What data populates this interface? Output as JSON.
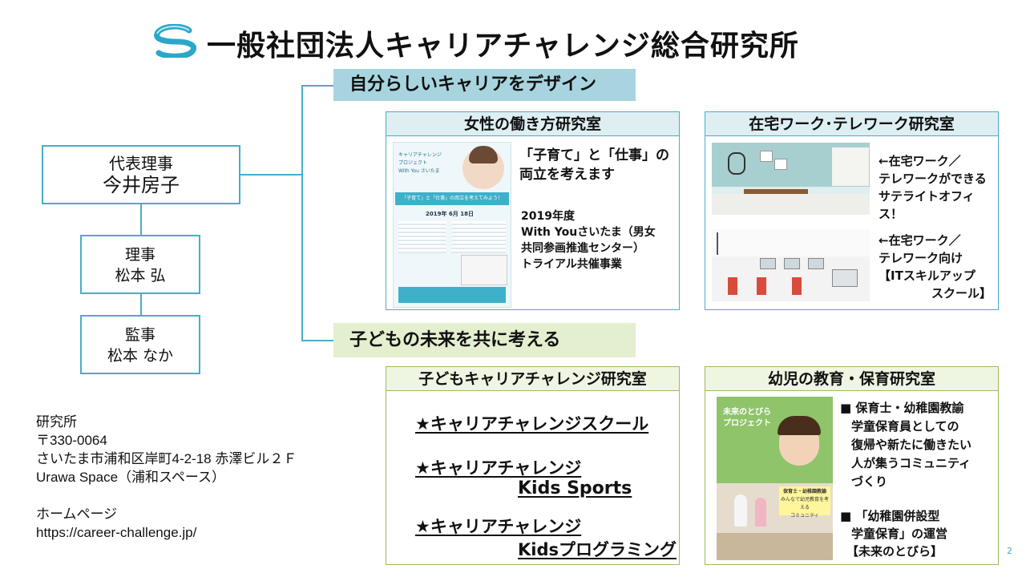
{
  "header": {
    "title": "一般社団法人キャリアチャレンジ総合研究所"
  },
  "org": {
    "rep": {
      "role": "代表理事",
      "name": "今井房子"
    },
    "director": {
      "role": "理事",
      "name": "松本 弘"
    },
    "auditor": {
      "role": "監事",
      "name": "松本 なか"
    }
  },
  "section1": {
    "banner": "自分らしいキャリアをデザイン",
    "women_lab": {
      "title": "女性の働き方研究室",
      "desc_line1": "「子育て」と「仕事」の",
      "desc_line2": "両立を考えます",
      "event_l1": "2019年度",
      "event_l2": "With Youさいたま（男女",
      "event_l3": "共同参画推進センター）",
      "event_l4": "トライアル共催事業",
      "flyer": {
        "top_small": "キャリアチャレンジ",
        "top_sub": "プロジェクト",
        "venue": "With You さいたま",
        "headline": "「子育て」と「仕事」の両立を考えてみよう！",
        "date": "2019年 6月 18日"
      }
    },
    "telework_lab": {
      "title": "在宅ワーク･テレワーク研究室",
      "item1_l1": "←在宅ワーク／",
      "item1_l2": "テレワークができる",
      "item1_l3": "サテライトオフィス！",
      "item2_l1": "←在宅ワーク／",
      "item2_l2": "テレワーク向け",
      "item2_l3": "【ITスキルアップ",
      "item2_l4": "スクール】"
    }
  },
  "section2": {
    "banner": "子どもの未来を共に考える",
    "kids_lab": {
      "title": "子どもキャリアチャレンジ研究室",
      "item1": "★キャリアチャレンジスクール",
      "item2_l1": "★キャリアチャレンジ",
      "item2_l2": "Kids  Sports",
      "item3_l1": "★キャリアチャレンジ",
      "item3_l2": "Kidsプログラミング"
    },
    "early_lab": {
      "title": "幼児の教育・保育研究室",
      "b1_l1": "■ 保育士・幼稚園教諭",
      "b1_l2": "学童保育員としての",
      "b1_l3": "復帰や新たに働きたい",
      "b1_l4": "人が集うコミュニティ",
      "b1_l5": "づくり",
      "b2_l1": "■ 「幼稚園併設型",
      "b2_l2": "学童保育」の運営",
      "b2_l3": "【未来のとびら】",
      "photo_title_l1": "未来のとびら",
      "photo_title_l2": "プロジェクト",
      "photo_badge_l1": "保育士・幼稚園教諭",
      "photo_badge_l2": "みんなで幼児教育を考える",
      "photo_badge_l3": "コミュニティ"
    }
  },
  "contact": {
    "l1": "研究所",
    "l2": "〒330-0064",
    "l3": "さいたま市浦和区岸町4-2-18 赤澤ビル２Ｆ",
    "l4": "Urawa Space（浦和スペース）",
    "l5": "ホームページ",
    "l6": "https://career-challenge.jp/"
  },
  "page_number": "2",
  "colors": {
    "accent": "#4bacc6",
    "green": "#9bbb59",
    "banner_blue": "#a7d4df",
    "banner_green": "#e4efcf"
  }
}
